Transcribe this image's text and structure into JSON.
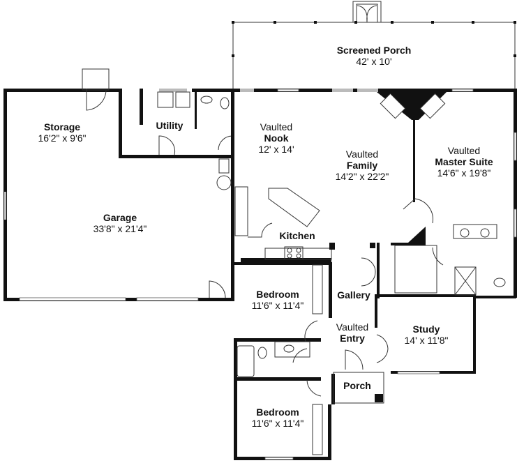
{
  "plan": {
    "type": "floor plan",
    "rooms": [
      {
        "id": "screened-porch",
        "prefix": "",
        "name": "Screened Porch",
        "dims": "42' x 10'"
      },
      {
        "id": "storage",
        "prefix": "",
        "name": "Storage",
        "dims": "16'2\" x 9'6\""
      },
      {
        "id": "utility",
        "prefix": "",
        "name": "Utility",
        "dims": ""
      },
      {
        "id": "nook",
        "prefix": "Vaulted",
        "name": "Nook",
        "dims": "12' x 14'"
      },
      {
        "id": "family",
        "prefix": "Vaulted",
        "name": "Family",
        "dims": "14'2\" x 22'2\""
      },
      {
        "id": "master-suite",
        "prefix": "Vaulted",
        "name": "Master Suite",
        "dims": "14'6\" x 19'8\""
      },
      {
        "id": "garage",
        "prefix": "",
        "name": "Garage",
        "dims": "33'8\" x 21'4\""
      },
      {
        "id": "kitchen",
        "prefix": "",
        "name": "Kitchen",
        "dims": ""
      },
      {
        "id": "bedroom-1",
        "prefix": "",
        "name": "Bedroom",
        "dims": "11'6\" x 11'4\""
      },
      {
        "id": "gallery",
        "prefix": "",
        "name": "Gallery",
        "dims": ""
      },
      {
        "id": "entry",
        "prefix": "Vaulted",
        "name": "Entry",
        "dims": ""
      },
      {
        "id": "study",
        "prefix": "",
        "name": "Study",
        "dims": "14' x 11'8\""
      },
      {
        "id": "porch",
        "prefix": "",
        "name": "Porch",
        "dims": ""
      },
      {
        "id": "bedroom-2",
        "prefix": "",
        "name": "Bedroom",
        "dims": "11'6\" x 11'4\""
      }
    ],
    "colors": {
      "wall": "#111111",
      "line": "#333333",
      "background": "#ffffff"
    }
  }
}
